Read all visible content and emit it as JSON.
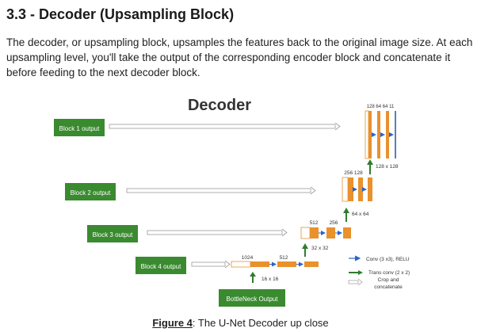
{
  "section": {
    "heading": "3.3 - Decoder (Upsampling Block)",
    "paragraph": "The decoder, or upsampling block, upsamples the features back to the original image size. At each upsampling level, you'll take the output of the corresponding encoder block and concatenate it before feeding to the next decoder block."
  },
  "figure": {
    "title": "Decoder",
    "blocks": [
      {
        "label": "Block 1 output"
      },
      {
        "label": "Block 2 output"
      },
      {
        "label": "Block 3 output"
      },
      {
        "label": "Block 4 output"
      }
    ],
    "bottleneck_label": "BottleNeck Output",
    "channel_labels": {
      "level1": "128  64  64  11",
      "level2": "256  128",
      "level3_a": "512",
      "level3_b": "256",
      "level4_a": "1024",
      "level4_b": "512"
    },
    "size_labels": {
      "s128": "128 x 128",
      "s64": "64 x 64",
      "s32": "32 x 32",
      "s16": "16 x 16"
    },
    "legend": {
      "conv": "Conv (3 x3), RELU",
      "trans": "Trans conv (2 x 2)",
      "crop_line1": "Crop and",
      "crop_line2": "concatenate"
    },
    "colors": {
      "block_green": "#3a8a2f",
      "orange": "#e8912d",
      "blue": "#2b63c9",
      "green_arrow": "#2f7d2f",
      "gray": "#9a9a9a"
    }
  },
  "caption": {
    "label": "Figure 4",
    "text": ": The U-Net Decoder up close"
  }
}
